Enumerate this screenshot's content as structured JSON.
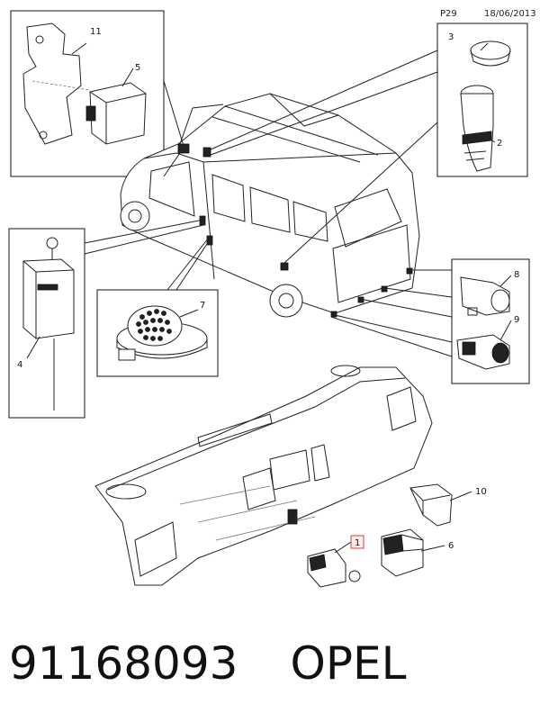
{
  "header": {
    "sheet": "P29",
    "date": "18/06/2013"
  },
  "callouts": [
    "1",
    "2",
    "3",
    "4",
    "5",
    "6",
    "7",
    "8",
    "9",
    "10",
    "11"
  ],
  "highlight_color": "#e03c3c",
  "footer": {
    "part_number": "91168093",
    "brand": "OPEL"
  }
}
